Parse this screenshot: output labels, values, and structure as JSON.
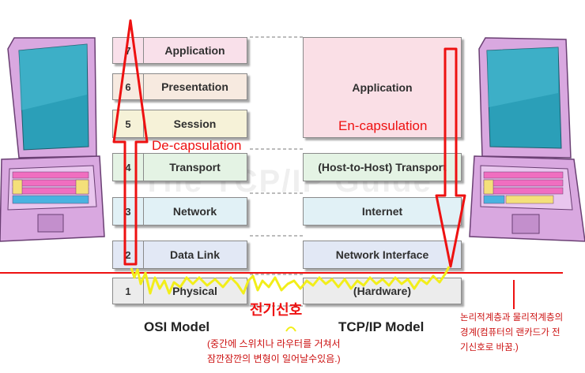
{
  "osi_layers": [
    {
      "num": "7",
      "name": "Application",
      "color": "#f9e0ea"
    },
    {
      "num": "6",
      "name": "Presentation",
      "color": "#f7eae0"
    },
    {
      "num": "5",
      "name": "Session",
      "color": "#f6f2d8"
    },
    {
      "num": "4",
      "name": "Transport",
      "color": "#e4f3e4"
    },
    {
      "num": "3",
      "name": "Network",
      "color": "#e1f1f6"
    },
    {
      "num": "2",
      "name": "Data Link",
      "color": "#e2e8f5"
    },
    {
      "num": "1",
      "name": "Physical",
      "color": "#ececec"
    }
  ],
  "tcp_layers": [
    {
      "name": "Application",
      "color": "#fadfe6"
    },
    {
      "name": "(Host-to-Host) Transport",
      "color": "#e4f3e4"
    },
    {
      "name": "Internet",
      "color": "#e1f1f6"
    },
    {
      "name": "Network Interface",
      "color": "#e2e8f5"
    },
    {
      "name": "(Hardware)",
      "color": "#ececec"
    }
  ],
  "labels": {
    "osi_model": "OSI Model",
    "tcpip_model": "TCP/IP Model",
    "decapsulation": "De-capsulation",
    "encapsulation": "En-capsulation",
    "electric_signal": "전기신호",
    "watermark": "The TCP/IP Guide"
  },
  "notes": {
    "middle_line1": "(중간에 스위치나 라우터를 거쳐서",
    "middle_line2": "잠깐잠깐의 변형이 일어날수있음.)",
    "right_line1": "논리적계층과 물리적계층의",
    "right_line2": "경계(컴퓨터의 랜카드가 전",
    "right_line3": "기신호로 바꿈.)"
  },
  "colors": {
    "annotation_red": "#ee1111",
    "signal_yellow": "#f2ee1a",
    "laptop_purple": "#d9a8e0",
    "laptop_screen": "#2b9fb8"
  }
}
